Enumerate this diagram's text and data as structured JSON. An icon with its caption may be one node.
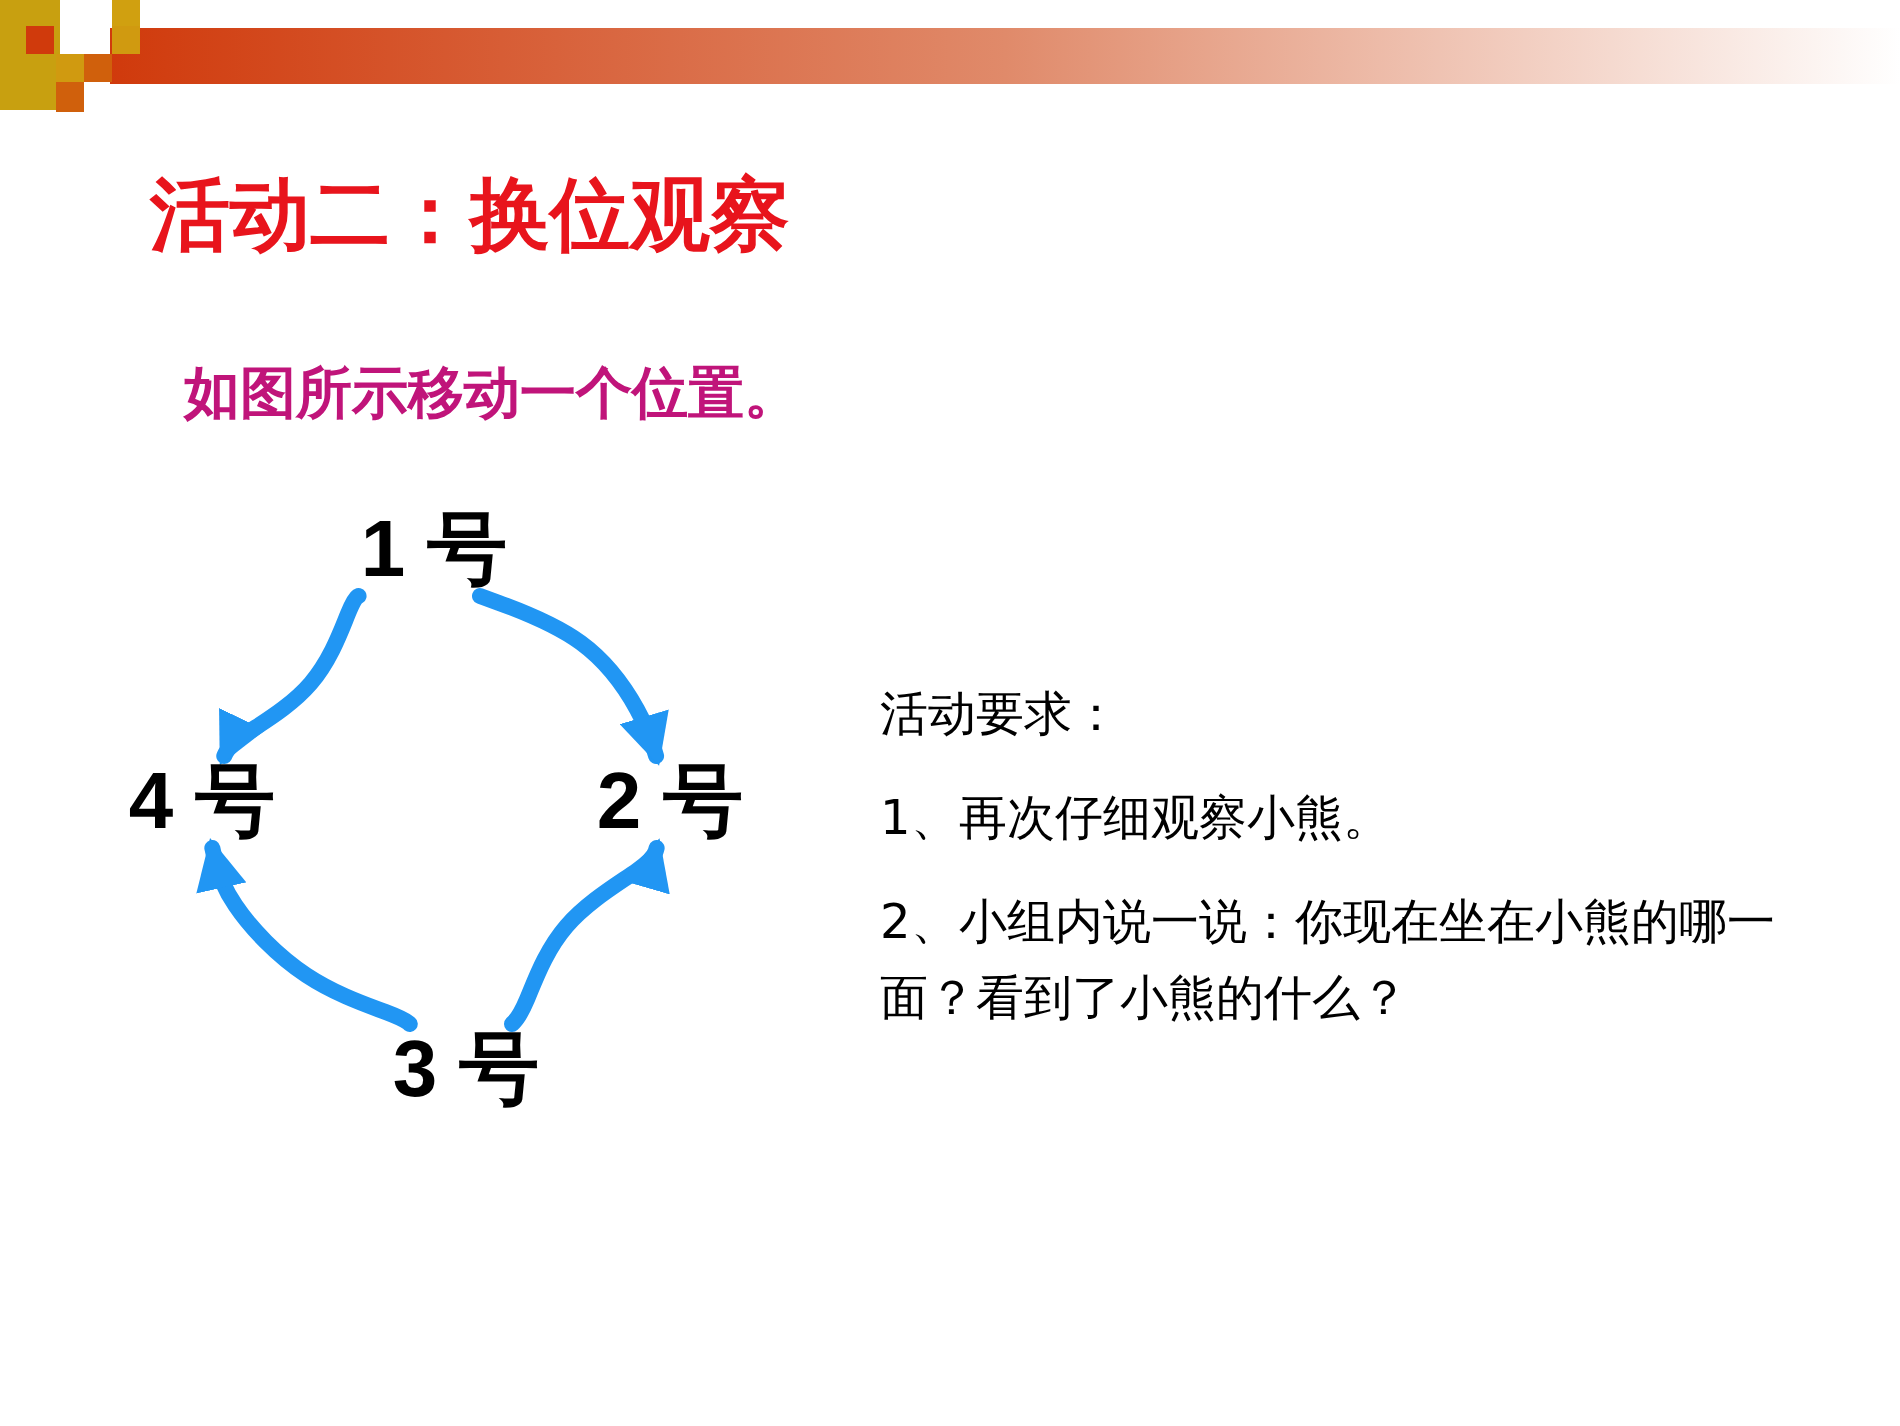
{
  "diagram": {
    "title": "活动二：换位观察",
    "nodes": [
      {
        "text": [
          "1 号"
        ]
      },
      {
        "text": [
          "4 号"
        ]
      },
      {
        "text": [
          "2 号"
        ]
      },
      {
        "text": [
          "3 号"
        ]
      }
    ],
    "edges": [
      {
        "from": 0,
        "to": 1,
        "arrow": "to"
      },
      {
        "from": 0,
        "to": 2,
        "arrow": "to"
      },
      {
        "from": 3,
        "to": 1,
        "arrow": "to"
      },
      {
        "from": 3,
        "to": 2,
        "arrow": "to"
      }
    ],
    "labels": [
      "如图所示移动一个位置。",
      "活动要求：",
      "1、再次仔细观察小熊。",
      "2、小组内说一说：你现在坐在小熊的哪一面？看到了小熊的什么？"
    ]
  }
}
